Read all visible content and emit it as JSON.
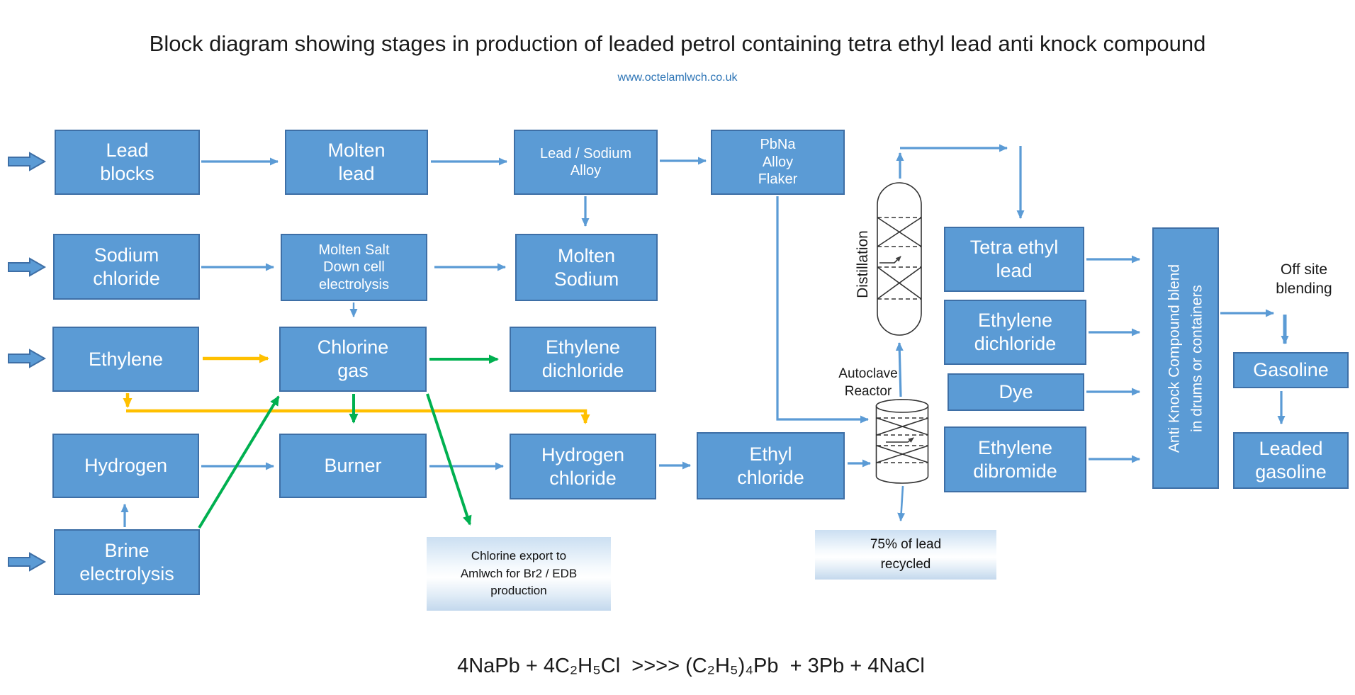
{
  "page": {
    "title": "Block diagram showing stages in production of leaded petrol containing tetra ethyl lead anti knock compound",
    "website": "www.octelamlwch.co.uk",
    "formula": "4NaPb + 4C₂H₅Cl  >>>> (C₂H₅)₄Pb  + 3Pb + 4NaCl"
  },
  "nodes": {
    "lead_blocks": "Lead\nblocks",
    "molten_lead": "Molten\nlead",
    "lead_sodium_alloy": "Lead / Sodium\nAlloy",
    "pbna_flaker": "PbNa\nAlloy\nFlaker",
    "sodium_chloride": "Sodium\nchloride",
    "down_cell": "Molten Salt\nDown cell\nelectrolysis",
    "molten_sodium": "Molten\nSodium",
    "ethylene": "Ethylene",
    "chlorine_gas": "Chlorine\ngas",
    "ethylene_dichloride": "Ethylene\ndichloride",
    "hydrogen": "Hydrogen",
    "burner": "Burner",
    "hydrogen_chloride": "Hydrogen\nchloride",
    "ethyl_chloride": "Ethyl\nchloride",
    "brine_electrolysis": "Brine\nelectrolysis",
    "tetra_ethyl_lead": "Tetra ethyl\nlead",
    "ethylene_dichloride_r": "Ethylene\ndichloride",
    "dye": "Dye",
    "ethylene_dibromide": "Ethylene\ndibromide",
    "anti_knock": "Anti Knock Compound blend\nin drums or containers",
    "gasoline": "Gasoline",
    "leaded_gasoline": "Leaded\ngasoline"
  },
  "labels": {
    "distillation": "Distillation",
    "autoclave_reactor": "Autoclave\nReactor",
    "off_site": "Off site\nblending",
    "recycled": "75% of lead\nrecycled",
    "chlorine_export": "Chlorine export to\nAmlwch for Br2 / EDB\nproduction"
  },
  "colors": {
    "box_fill": "#5B9BD5",
    "box_border": "#3E6FA6",
    "arrow_blue": "#5B9BD5",
    "arrow_yellow": "#FFC000",
    "arrow_green": "#00B050",
    "link_blue": "#2E75B6",
    "note_gradient_edge": "#C3D8ED"
  }
}
